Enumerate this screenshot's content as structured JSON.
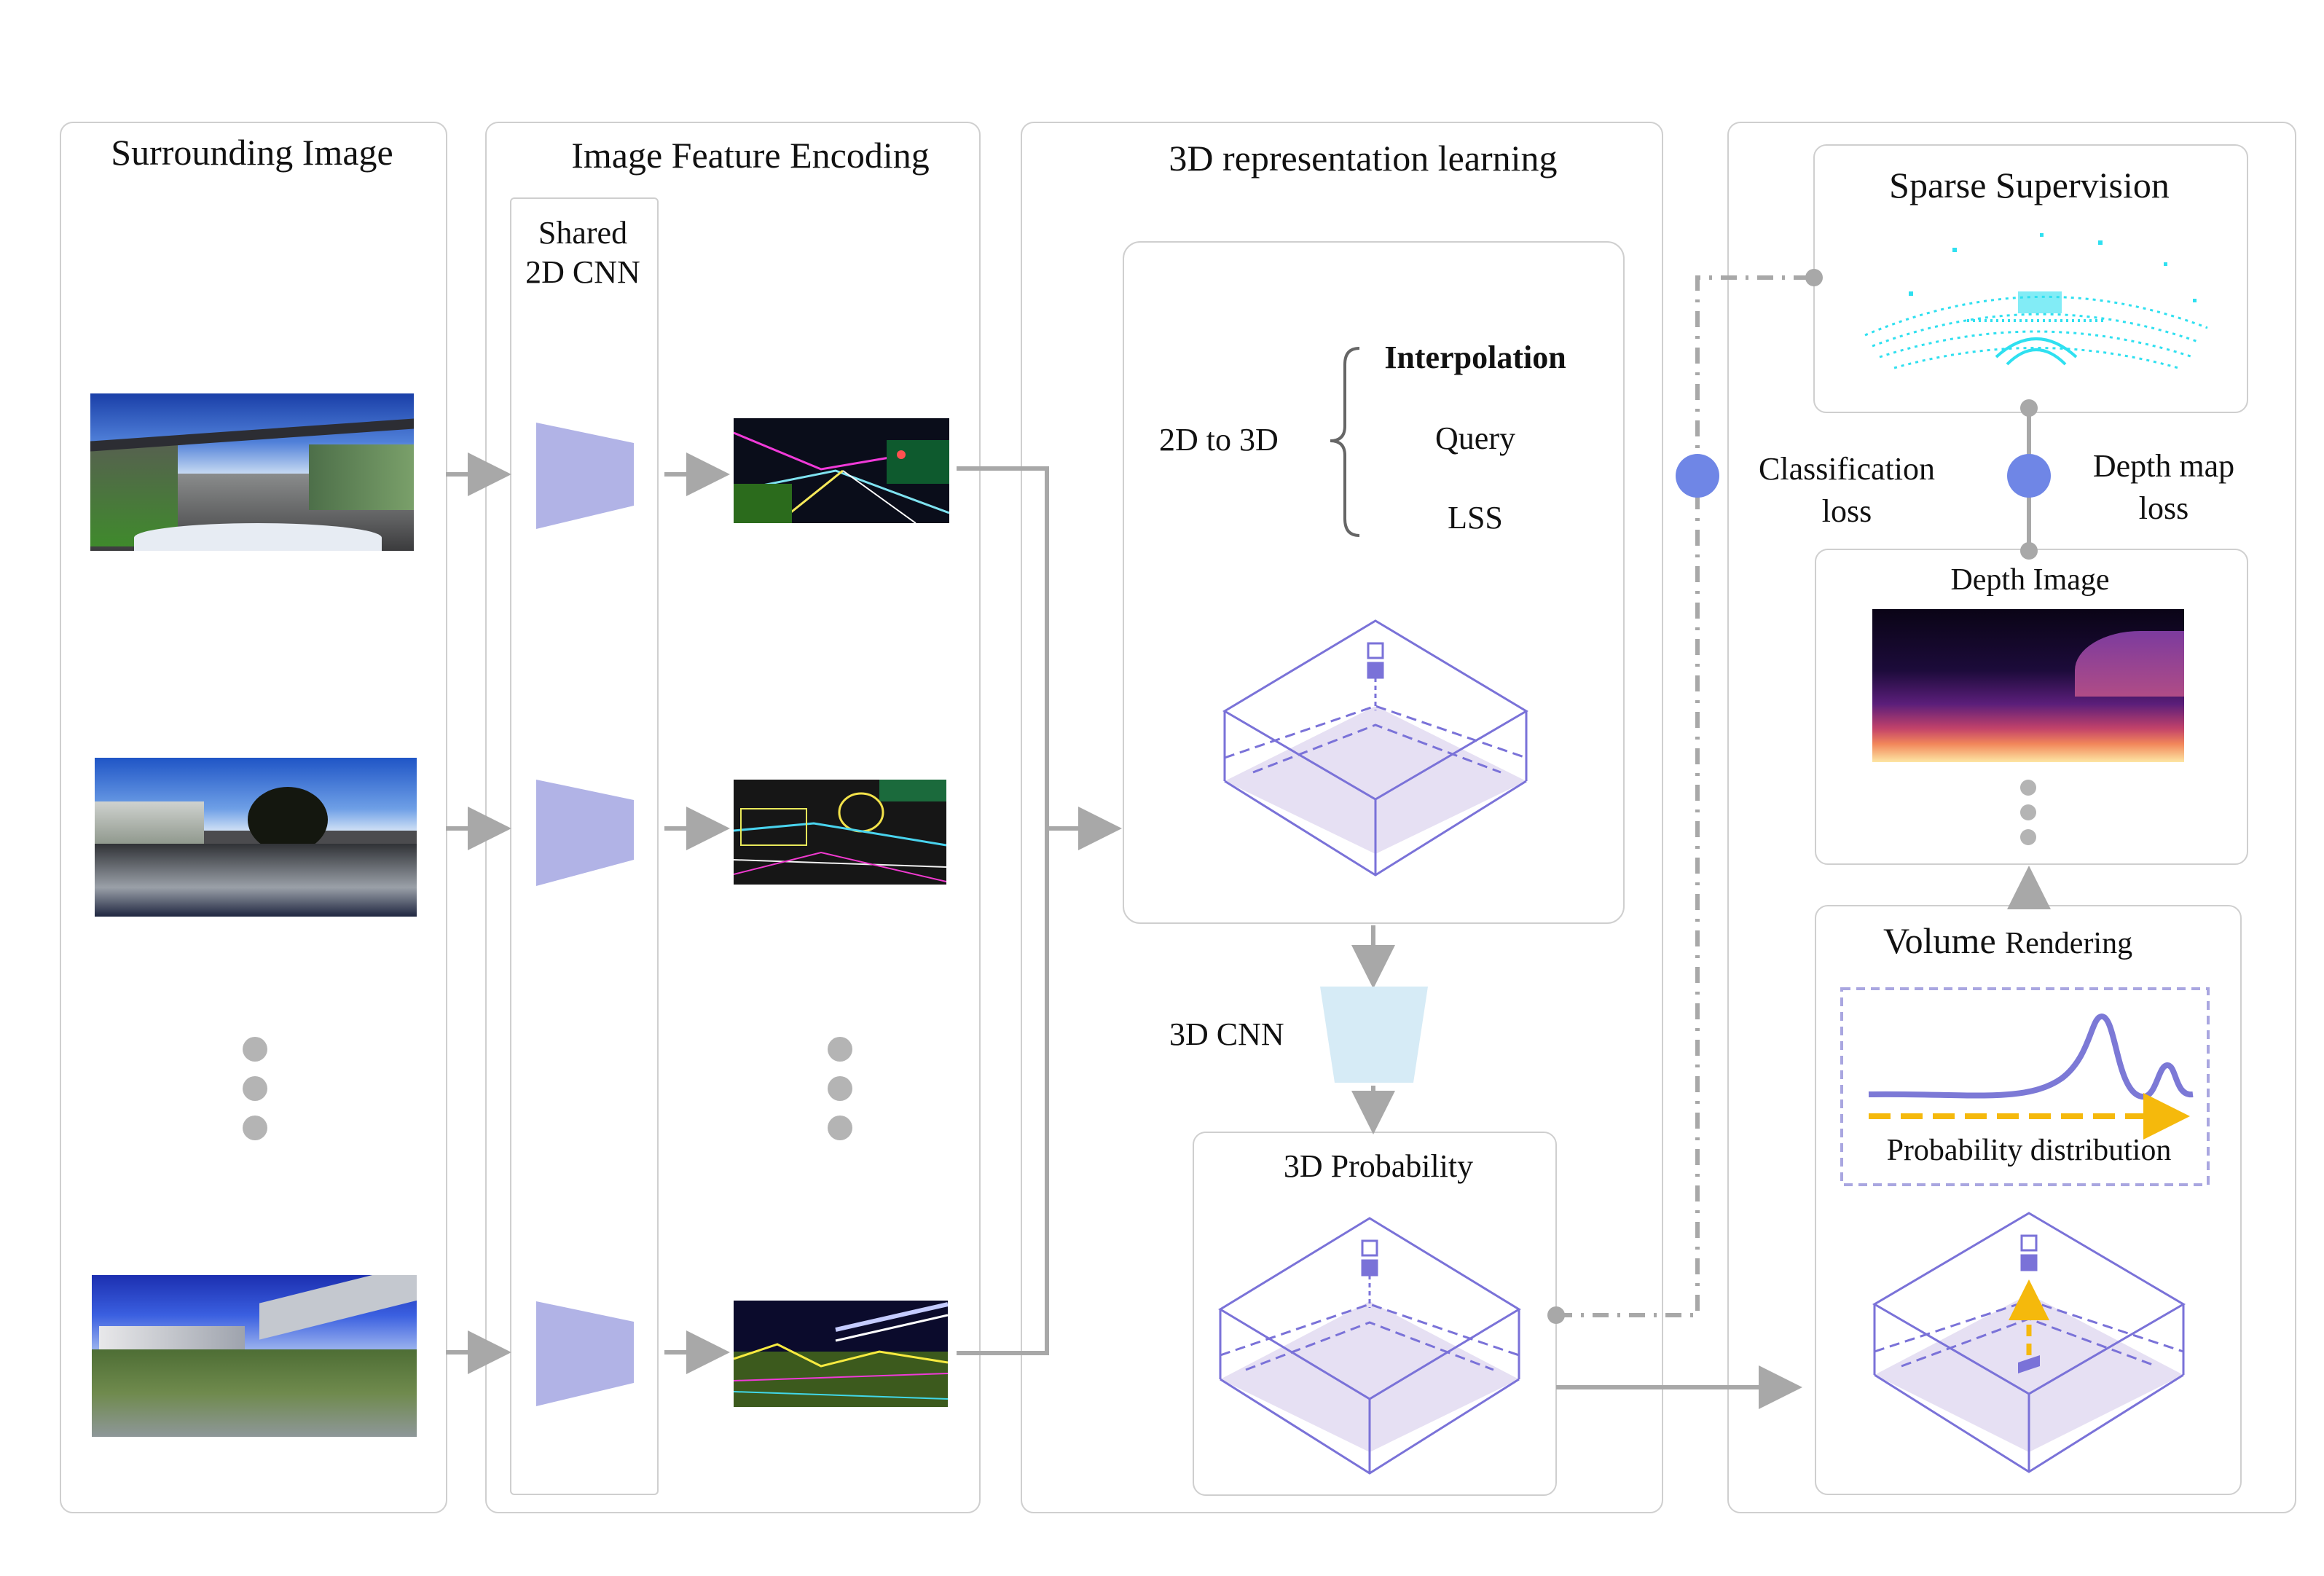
{
  "sections": {
    "surrounding_image": "Surrounding Image",
    "image_feature_encoding": "Image Feature Encoding",
    "representation_learning": "3D representation learning"
  },
  "encoder": {
    "label_line1": "Shared",
    "label_line2": "2D CNN"
  },
  "lifting": {
    "prefix": "2D to 3D",
    "options": [
      "Interpolation",
      "Query",
      "LSS"
    ]
  },
  "cnn3d": {
    "label": "3D CNN"
  },
  "probability": {
    "title": "3D Probability"
  },
  "supervision": {
    "sparse_title": "Sparse Supervision",
    "classification_loss_line1": "Classification",
    "classification_loss_line2": "loss",
    "depth_loss_line1": "Depth map",
    "depth_loss_line2": "loss",
    "depth_image_title": "Depth Image"
  },
  "rendering": {
    "title_part1": "Volume",
    "title_part2": "Rendering",
    "distribution_label": "Probability distribution"
  },
  "colors": {
    "encoder_trapezoid": "#b1b3e6",
    "cnn3d_trapezoid": "#d6ebf6",
    "cube_stroke": "#7a72d8",
    "cube_fill": "#e6e0f3",
    "arrow_gray": "#a8a8a8",
    "node_blue": "#6f86e6",
    "curve": "#7c79d6",
    "dashed_orange": "#f5b90c",
    "lidar_cyan": "#2fe0f0"
  }
}
